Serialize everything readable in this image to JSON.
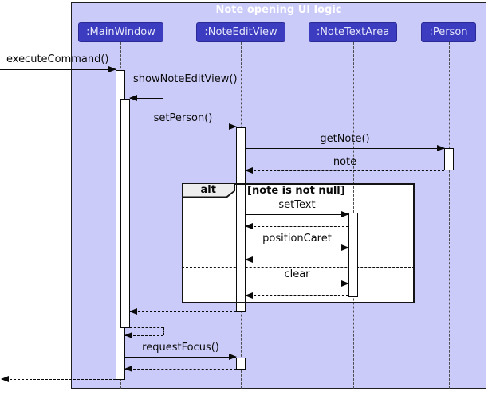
{
  "diagram": {
    "type": "uml-sequence-diagram",
    "title": "Note opening UI logic",
    "participants": [
      {
        "label": ":MainWindow"
      },
      {
        "label": ":NoteEditView"
      },
      {
        "label": ":NoteTextArea"
      },
      {
        "label": ":Person"
      }
    ],
    "messages": {
      "execute_command": "executeCommand()",
      "show_note_edit_view": "showNoteEditView()",
      "set_person": "setPerson()",
      "get_note": "getNote()",
      "note_return": "note",
      "set_text": "setText",
      "position_caret": "positionCaret",
      "clear": "clear",
      "request_focus": "requestFocus()"
    },
    "alt_fragment": {
      "operator": "alt",
      "guard": "[note is not null]"
    },
    "colors": {
      "frame_background": "#CBCBFA",
      "frame_border": "#1F1F1F",
      "participant_fill": "#3C3CC0",
      "participant_border": "#2A2A96",
      "participant_text": "#E6E6FA",
      "title_text": "#FFFFFF",
      "fragment_background": "#FFFFFF",
      "fragment_label_background": "#EDEDED",
      "activation_fill": "#FFFFFF",
      "line_color": "#0A0A0A"
    }
  }
}
